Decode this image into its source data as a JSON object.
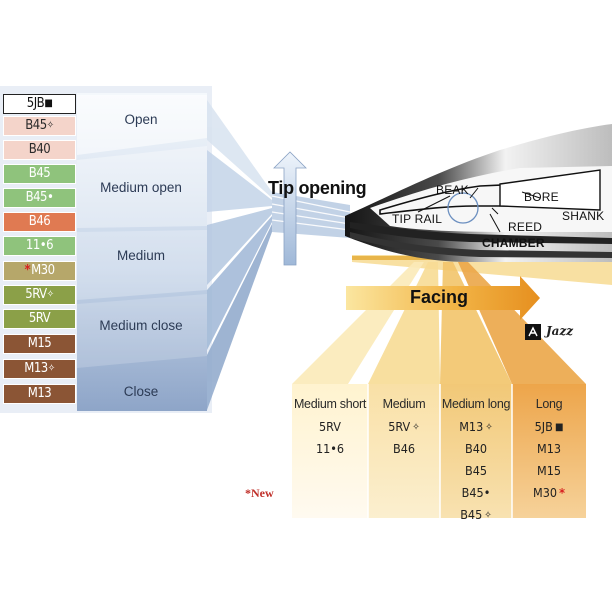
{
  "models": [
    {
      "label": "5JB",
      "tag": "J",
      "star": false,
      "bg": "#ffffff",
      "fg": "#111111"
    },
    {
      "label": "B45",
      "tag": "lyre",
      "star": false,
      "bg": "#f4d4ca",
      "fg": "#2a2a2a"
    },
    {
      "label": "B40",
      "tag": "",
      "star": false,
      "bg": "#f4d4ca",
      "fg": "#2a2a2a"
    },
    {
      "label": "B45",
      "tag": "",
      "star": false,
      "bg": "#8fc37c",
      "fg": "#ffffff"
    },
    {
      "label": "B45•",
      "tag": "",
      "star": false,
      "bg": "#8fc37c",
      "fg": "#ffffff"
    },
    {
      "label": "B46",
      "tag": "",
      "star": false,
      "bg": "#e07a52",
      "fg": "#ffffff"
    },
    {
      "label": "11•6",
      "tag": "",
      "star": false,
      "bg": "#8fc37c",
      "fg": "#ffffff"
    },
    {
      "label": "M30",
      "tag": "",
      "star": true,
      "bg": "#b6a76a",
      "fg": "#ffffff"
    },
    {
      "label": "5RV",
      "tag": "lyre",
      "star": false,
      "bg": "#8ba048",
      "fg": "#ffffff"
    },
    {
      "label": "5RV",
      "tag": "",
      "star": false,
      "bg": "#8ba048",
      "fg": "#ffffff"
    },
    {
      "label": "M15",
      "tag": "",
      "star": false,
      "bg": "#8b5535",
      "fg": "#ffffff"
    },
    {
      "label": "M13",
      "tag": "lyre",
      "star": false,
      "bg": "#8b5535",
      "fg": "#ffffff"
    },
    {
      "label": "M13",
      "tag": "",
      "star": false,
      "bg": "#8b5535",
      "fg": "#ffffff"
    }
  ],
  "openings": [
    "Open",
    "Medium open",
    "Medium",
    "Medium close",
    "Close"
  ],
  "tip_opening": "Tip opening",
  "facing": "Facing",
  "jazz": "Jazz",
  "new_note": "*New",
  "parts": {
    "beak": "BEAK",
    "bore": "BORE",
    "tip_rail": "TIP RAIL",
    "reed": "REED",
    "shank": "SHANK",
    "chamber": "CHAMBER"
  },
  "facing_columns": [
    {
      "heading": "Medium short",
      "items": [
        {
          "label": "5RV",
          "tag": "",
          "star": false
        },
        {
          "label": "11•6",
          "tag": "",
          "star": false
        }
      ]
    },
    {
      "heading": "Medium",
      "items": [
        {
          "label": "5RV",
          "tag": "lyre",
          "star": false
        },
        {
          "label": "B46",
          "tag": "",
          "star": false
        }
      ]
    },
    {
      "heading": "Medium long",
      "items": [
        {
          "label": "M13",
          "tag": "lyre",
          "star": false
        },
        {
          "label": "B40",
          "tag": "",
          "star": false
        },
        {
          "label": "B45",
          "tag": "",
          "star": false
        },
        {
          "label": "B45•",
          "tag": "",
          "star": false
        },
        {
          "label": "B45",
          "tag": "lyre",
          "star": false
        }
      ]
    },
    {
      "heading": "Long",
      "items": [
        {
          "label": "5JB",
          "tag": "J",
          "star": false
        },
        {
          "label": "M13",
          "tag": "",
          "star": false
        },
        {
          "label": "M15",
          "tag": "",
          "star": false
        },
        {
          "label": "M30",
          "tag": "",
          "star": true
        }
      ]
    }
  ]
}
